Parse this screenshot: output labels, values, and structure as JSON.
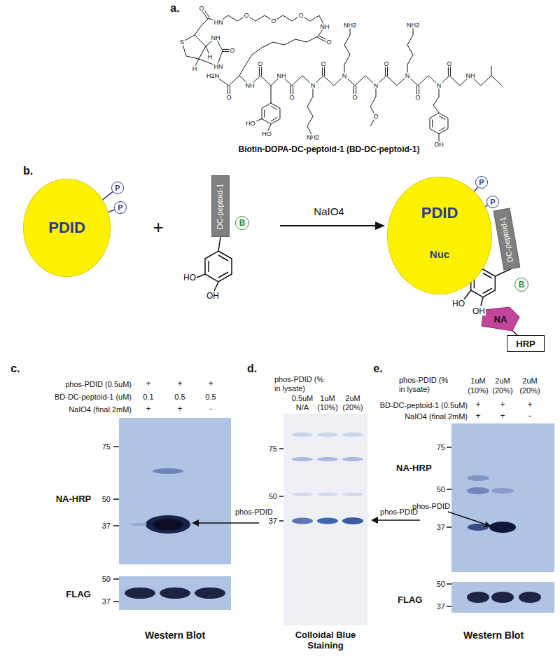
{
  "diagram": {
    "nodes": [
      {
        "text": [
          "PDID"
        ]
      },
      {
        "text": [
          "P"
        ]
      },
      {
        "text": [
          "P"
        ]
      },
      {
        "text": [
          "DC-peptoid-1"
        ]
      },
      {
        "text": [
          "B"
        ]
      },
      {
        "text": [
          "PDID",
          "Nuc"
        ]
      },
      {
        "text": [
          "P"
        ]
      },
      {
        "text": [
          "P"
        ]
      },
      {
        "text": [
          "DC-peptoid-1"
        ]
      },
      {
        "text": [
          "B"
        ]
      },
      {
        "text": [
          "NA"
        ]
      },
      {
        "text": [
          "HRP"
        ]
      }
    ],
    "edges": [
      {
        "from": 0,
        "to": 1,
        "arrow": "none"
      },
      {
        "from": 0,
        "to": 2,
        "arrow": "none"
      },
      {
        "from": 5,
        "to": 6,
        "arrow": "none"
      },
      {
        "from": 5,
        "to": 7,
        "arrow": "none"
      },
      {
        "from": 10,
        "to": 11,
        "arrow": "none"
      }
    ],
    "labels": [
      "a.",
      "S",
      "H",
      "H",
      "HN",
      "NH",
      "O",
      "O",
      "HN",
      "O",
      "O",
      "O",
      "NH",
      "O",
      "H2N",
      "O",
      "NH",
      "O",
      "HO",
      "HO",
      "NH",
      "O",
      "N",
      "NH2",
      "O",
      "N",
      "NH2",
      "O",
      "N",
      "O",
      "O",
      "N",
      "NH2",
      "O",
      "N",
      "OH",
      "O",
      "NH",
      "Biotin-DOPA-DC-peptoid-1 (BD-DC-peptoid-1)",
      "b.",
      "+",
      "HO",
      "OH",
      "NaIO4",
      "HO",
      "OH",
      "c.",
      "phos-PDID (0.5uM)",
      "+",
      "+",
      "+",
      "BD-DC-peptoid-1 (uM)",
      "0.1",
      "0.5",
      "0.5",
      "NaIO4 (final 2mM)",
      "+",
      "+",
      "-",
      "75",
      "50",
      "37",
      "NA-HRP",
      "phos-PDID",
      "50",
      "37",
      "FLAG",
      "Western Blot",
      "d.",
      "phos-PDID (% in lysate)",
      "0.5uM",
      "N/A",
      "1uM",
      "(10%)",
      "2uM",
      "(20%)",
      "75",
      "50",
      "37",
      "phos-PDID",
      "Colloidal Blue Staining",
      "e.",
      "phos-PDID (% in lysate)",
      "1uM",
      "(10%)",
      "2uM",
      "(20%)",
      "2uM",
      "(20%)",
      "BD-DC-peptoid-1 (0.5uM)",
      "+",
      "+",
      "+",
      "NaIO4 (final 2mM)",
      "+",
      "+",
      "-",
      "75",
      "NA-HRP",
      "50",
      "phos-PDID",
      "37",
      "50",
      "FLAG",
      "37",
      "Western Blot"
    ]
  }
}
